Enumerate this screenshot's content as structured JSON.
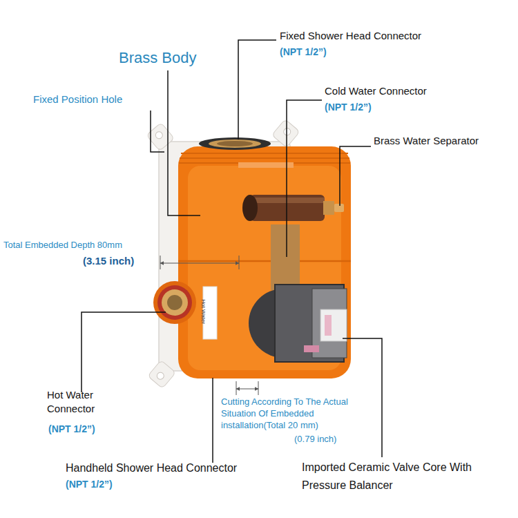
{
  "diagram": {
    "labels": [
      "Fixed Shower Head Connector",
      "(NPT 1/2”)",
      "Brass Body",
      "Fixed Position Hole",
      "Cold Water Connector",
      "(NPT 1/2”)",
      "Brass Water Separator",
      "Total Embedded Depth 80mm",
      "(3.15 inch)",
      "Hot Water",
      "Hot Water Connector",
      "(NPT 1/2”)",
      "Cutting According To The Actual Situation Of Embedded installation(Total 20 mm)",
      "(0.79 inch)",
      "Handheld Shower Head Connector",
      "(NPT 1/2”)",
      "Imported Ceramic Valve Core With Pressure Balancer"
    ]
  }
}
